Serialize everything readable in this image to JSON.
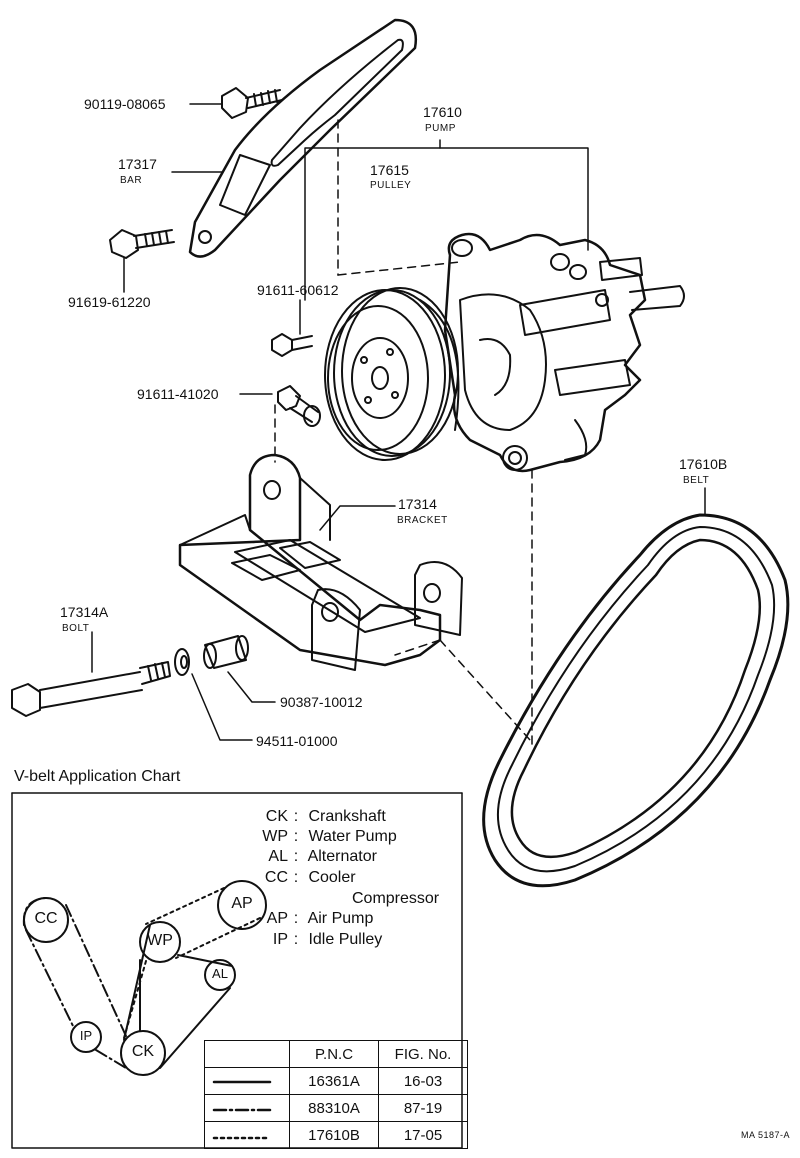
{
  "parts": {
    "bolt_bar": {
      "number": "90119-08065"
    },
    "bar": {
      "number": "17317",
      "name": "BAR"
    },
    "bolt_bar_lower": {
      "number": "91619-61220"
    },
    "pump": {
      "number": "17610",
      "name": "PUMP"
    },
    "pulley": {
      "number": "17615",
      "name": "PULLEY"
    },
    "bolt_pulley": {
      "number": "91611-60612"
    },
    "bolt_bracket": {
      "number": "91611-41020"
    },
    "bracket": {
      "number": "17314",
      "name": "BRACKET"
    },
    "bolt_long": {
      "number": "17314A",
      "name": "BOLT"
    },
    "collar": {
      "number": "90387-10012"
    },
    "washer": {
      "number": "94511-01000"
    },
    "belt": {
      "number": "17610B",
      "name": "BELT"
    }
  },
  "chart": {
    "title": "V-belt Application Chart",
    "legend": [
      {
        "abbr": "CK",
        "name": "Crankshaft"
      },
      {
        "abbr": "WP",
        "name": "Water Pump"
      },
      {
        "abbr": "AL",
        "name": "Alternator"
      },
      {
        "abbr": "CC",
        "name": "Cooler"
      },
      {
        "abbr": "",
        "name": "Compressor"
      },
      {
        "abbr": "AP",
        "name": "Air Pump"
      },
      {
        "abbr": "IP",
        "name": "Idle Pulley"
      }
    ],
    "pulleys": {
      "cc": "CC",
      "ap": "AP",
      "wp": "WP",
      "al": "AL",
      "ip": "IP",
      "ck": "CK"
    },
    "table": {
      "headers": [
        "",
        "P.N.C",
        "FIG. No."
      ],
      "rows": [
        {
          "style": "solid",
          "pnc": "16361A",
          "fig": "16-03"
        },
        {
          "style": "dash-dot",
          "pnc": "88310A",
          "fig": "87-19"
        },
        {
          "style": "dotted",
          "pnc": "17610B",
          "fig": "17-05"
        }
      ]
    }
  },
  "drawing_code": "MA 5187-A"
}
